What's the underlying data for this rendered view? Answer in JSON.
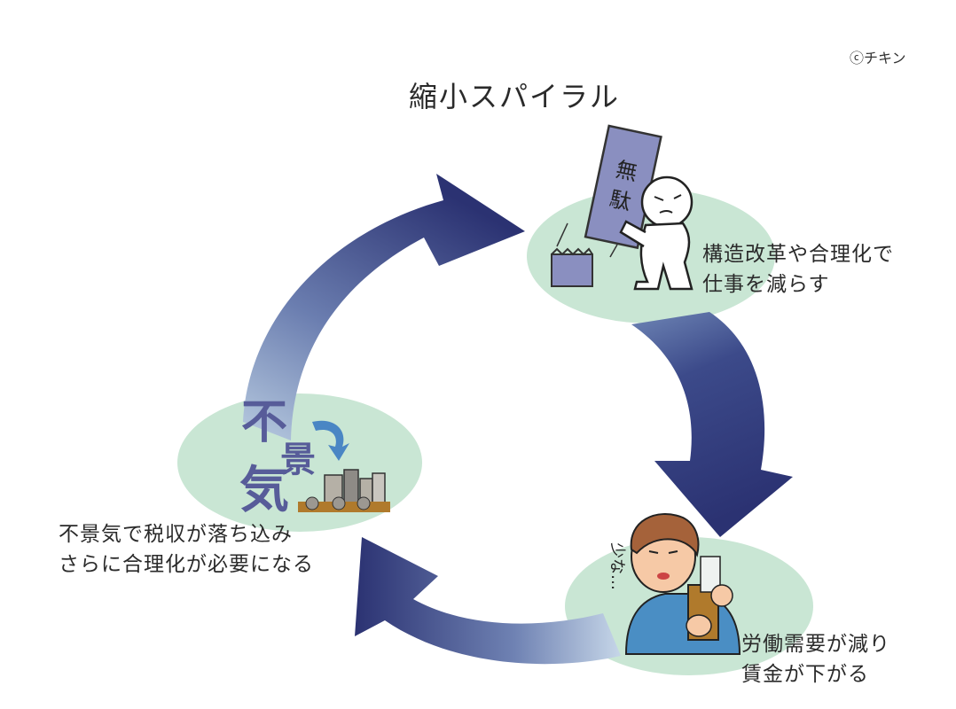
{
  "title": "縮小スパイラル",
  "credit": "ⓒチキン",
  "stages": [
    {
      "lines": [
        "構造改革や合理化で",
        "仕事を減らす"
      ],
      "doc_text": "無駄"
    },
    {
      "lines": [
        "労働需要が減り",
        "賃金が下がる"
      ],
      "speech": "少な…"
    },
    {
      "lines": [
        "不景気で税収が落ち込み",
        "さらに合理化が必要になる"
      ],
      "art_text": [
        "不",
        "景",
        "気"
      ]
    }
  ],
  "colors": {
    "arrow_dark": "#2b3272",
    "arrow_light": "#8fa6c8",
    "ellipse": "#c9e6d4",
    "doc": "#8a8fc0"
  }
}
